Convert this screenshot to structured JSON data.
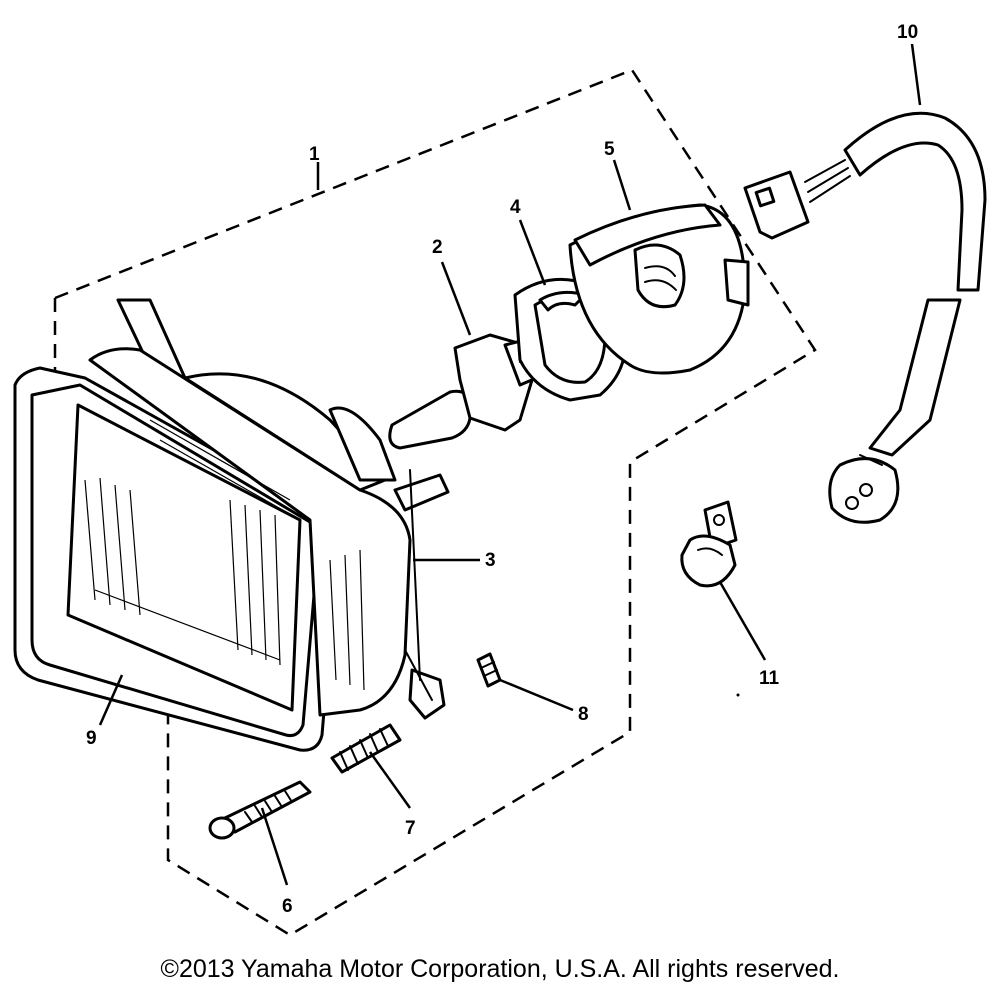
{
  "callouts": {
    "c1": "1",
    "c2": "2",
    "c3": "3",
    "c4": "4",
    "c5": "5",
    "c6": "6",
    "c7": "7",
    "c8": "8",
    "c9": "9",
    "c10": "10",
    "c11": "11"
  },
  "parts": [
    {
      "number": "1",
      "icon": "headlight-assembly-boundary"
    },
    {
      "number": "2",
      "icon": "bulb-icon"
    },
    {
      "number": "3",
      "icon": "headlight-unit-icon"
    },
    {
      "number": "4",
      "icon": "bulb-socket-icon"
    },
    {
      "number": "5",
      "icon": "socket-cover-icon"
    },
    {
      "number": "6",
      "icon": "adjusting-screw-icon"
    },
    {
      "number": "7",
      "icon": "spring-icon"
    },
    {
      "number": "8",
      "icon": "small-spring-icon"
    },
    {
      "number": "9",
      "icon": "rim-icon"
    },
    {
      "number": "10",
      "icon": "wire-harness-icon"
    },
    {
      "number": "11",
      "icon": "clamp-icon"
    }
  ],
  "footer": {
    "copyright": "©2013 Yamaha Motor Corporation, U.S.A. All rights reserved."
  },
  "colors": {
    "line": "#000000",
    "background": "#ffffff"
  }
}
